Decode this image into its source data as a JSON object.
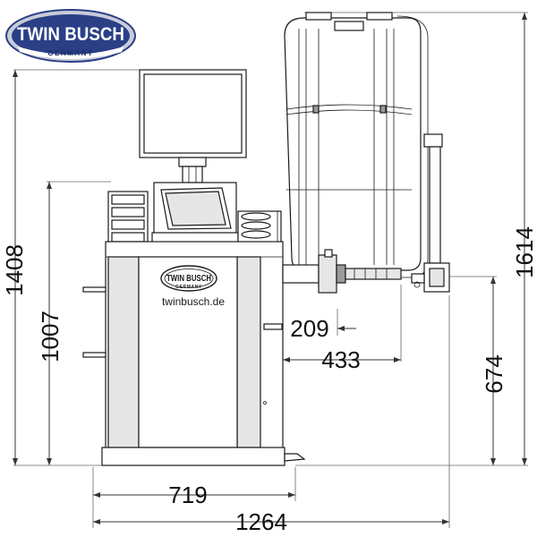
{
  "logo": {
    "brand": "TWIN BUSCH",
    "country": "GERMANY"
  },
  "machine": {
    "badge_brand": "TWIN BUSCH",
    "badge_country": "GERMANY",
    "url": "twinbusch.de"
  },
  "dimensions": {
    "overall_height": "1408",
    "cabinet_height": "1007",
    "hood_height": "1614",
    "shaft_height": "674",
    "flange_offset": "209",
    "shaft_length": "433",
    "base_width": "719",
    "overall_width": "1264"
  },
  "colors": {
    "logo_fill": "#2a3f86",
    "logo_ring": "#c7ccd9",
    "line": "#1a1a1a"
  }
}
